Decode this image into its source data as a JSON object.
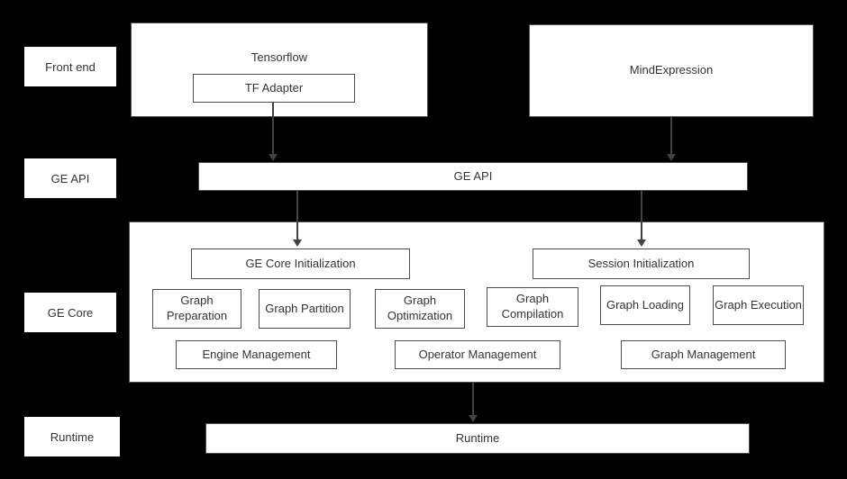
{
  "colors": {
    "background": "#000000",
    "box_background": "#ffffff",
    "box_border": "#4f4f4f",
    "text": "#333333",
    "arrow": "#424242"
  },
  "diagram": {
    "side_labels": [
      {
        "label": "Front end"
      },
      {
        "label": "GE API"
      },
      {
        "label": "GE Core"
      },
      {
        "label": "Runtime"
      }
    ],
    "frontend": {
      "tensorflow_label": "Tensorflow",
      "tf_adapter_label": "TF Adapter",
      "mindexpression_label": "MindExpression"
    },
    "ge_api_label": "GE API",
    "ge_core": {
      "ge_core_init_label": "GE Core Initialization",
      "session_init_label": "Session Initialization",
      "modules": [
        {
          "label": "Graph Preparation"
        },
        {
          "label": "Graph Partition"
        },
        {
          "label": "Graph Optimization"
        },
        {
          "label": "Graph Compilation"
        },
        {
          "label": "Graph Loading"
        },
        {
          "label": "Graph Execution"
        }
      ],
      "management": [
        {
          "label": "Engine Management"
        },
        {
          "label": "Operator Management"
        },
        {
          "label": "Graph Management"
        }
      ]
    },
    "runtime_label": "Runtime"
  }
}
